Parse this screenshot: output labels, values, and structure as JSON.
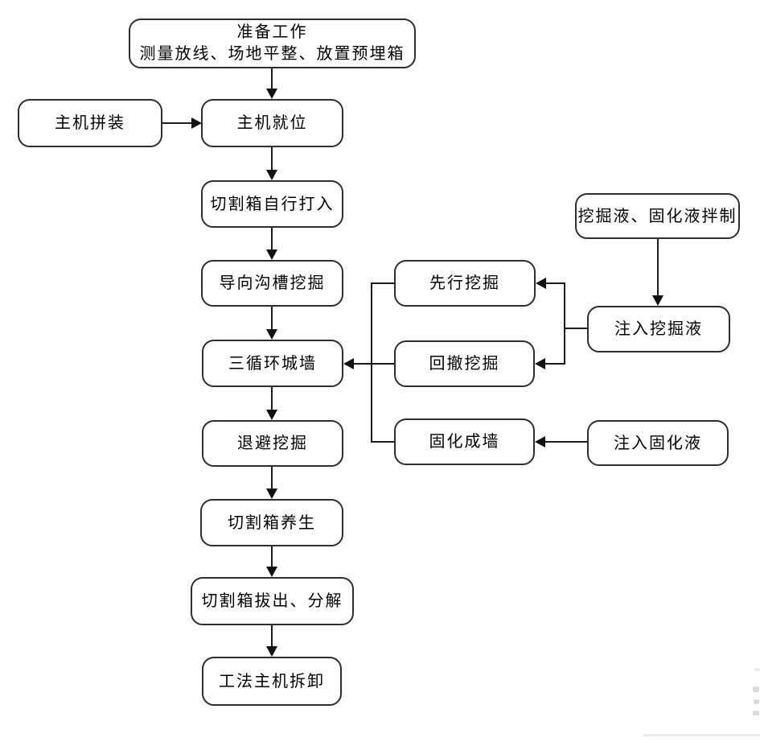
{
  "diagram": {
    "type": "flowchart",
    "language": "zh-CN",
    "colors": {
      "background": "#ffffff",
      "node_border": "#2e2e2e",
      "node_fill": "#ffffff",
      "connector": "#1c1c1c",
      "text": "#000000"
    },
    "nodes": {
      "prepare": {
        "line1": "准备工作",
        "line2": "测量放线、场地平整、放置预埋箱"
      },
      "host_assembly": {
        "label": "主机拼装"
      },
      "host_positioning": {
        "label": "主机就位"
      },
      "cutting_box_driving": {
        "label": "切割箱自行打入"
      },
      "guide_trench_excavation": {
        "label": "导向沟槽挖掘"
      },
      "three_cycle_wall": {
        "label": "三循环城墙"
      },
      "retreat_excavation": {
        "label": "退避挖掘"
      },
      "cutting_box_curing": {
        "label": "切割箱养生"
      },
      "cutting_box_removal": {
        "label": "切割箱拔出、分解"
      },
      "host_dismantling": {
        "label": "工法主机拆卸"
      },
      "fluid_mixing": {
        "label": "挖掘液、固化液拌制"
      },
      "inject_excavation_fluid": {
        "label": "注入挖掘液"
      },
      "inject_solidification_fluid": {
        "label": "注入固化液"
      },
      "advance_excavation": {
        "label": "先行挖掘"
      },
      "withdraw_excavation": {
        "label": "回撤挖掘"
      },
      "solidified_wall": {
        "label": "固化成墙"
      }
    },
    "edges": [
      {
        "from": "prepare",
        "to": "host_positioning"
      },
      {
        "from": "host_assembly",
        "to": "host_positioning"
      },
      {
        "from": "host_positioning",
        "to": "cutting_box_driving"
      },
      {
        "from": "cutting_box_driving",
        "to": "guide_trench_excavation"
      },
      {
        "from": "guide_trench_excavation",
        "to": "three_cycle_wall"
      },
      {
        "from": "three_cycle_wall",
        "to": "retreat_excavation"
      },
      {
        "from": "retreat_excavation",
        "to": "cutting_box_curing"
      },
      {
        "from": "cutting_box_curing",
        "to": "cutting_box_removal"
      },
      {
        "from": "cutting_box_removal",
        "to": "host_dismantling"
      },
      {
        "from": "fluid_mixing",
        "to": "inject_excavation_fluid"
      },
      {
        "from": "inject_excavation_fluid",
        "to": "advance_excavation"
      },
      {
        "from": "inject_excavation_fluid",
        "to": "withdraw_excavation"
      },
      {
        "from": "inject_solidification_fluid",
        "to": "solidified_wall"
      },
      {
        "from": "advance_excavation",
        "to": "three_cycle_wall"
      },
      {
        "from": "withdraw_excavation",
        "to": "three_cycle_wall"
      },
      {
        "from": "solidified_wall",
        "to": "three_cycle_wall"
      }
    ]
  }
}
